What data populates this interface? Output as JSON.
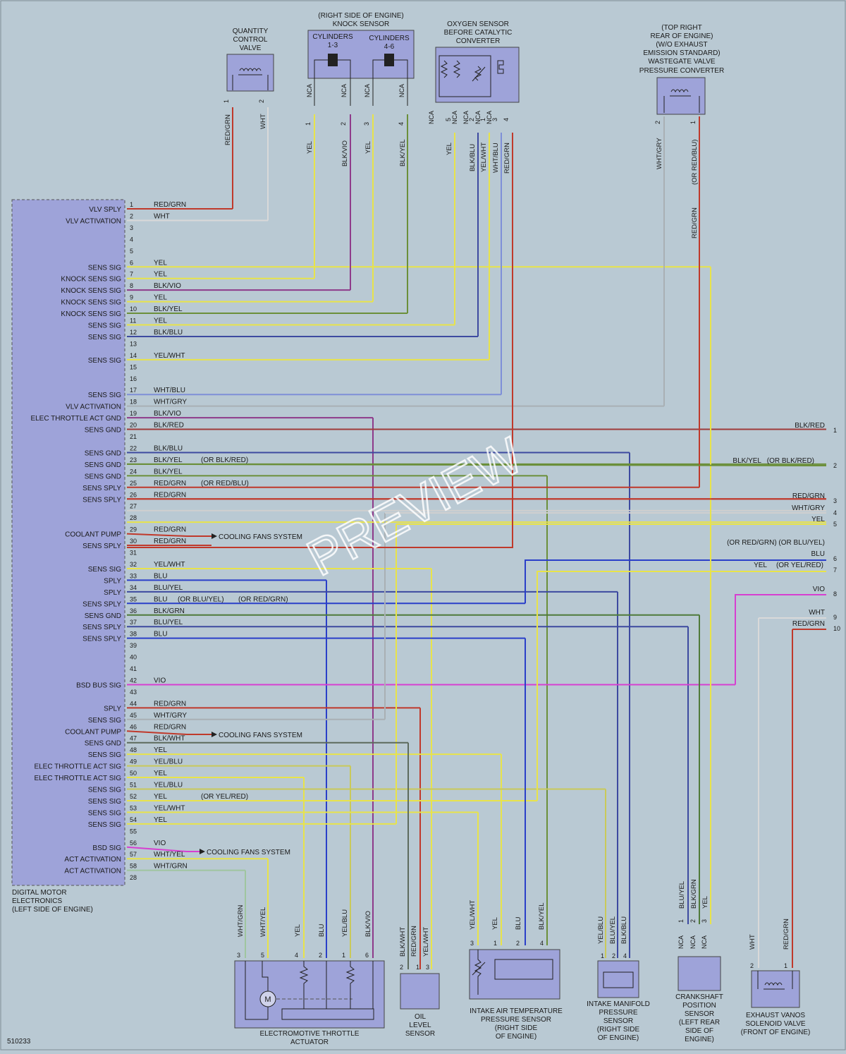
{
  "diagram_id": "510233",
  "watermark": "PREVIEW",
  "ecu": {
    "label_lines": [
      "DIGITAL MOTOR",
      "ELECTRONICS",
      "(LEFT SIDE OF ENGINE)"
    ],
    "pins": [
      {
        "n": "1",
        "sig": "VLV SPLY",
        "wire": "RED/GRN",
        "alt": "",
        "color": "#c0392b",
        "to": 330
      },
      {
        "n": "2",
        "sig": "VLV ACTIVATION",
        "wire": "WHT",
        "alt": "",
        "color": "#d9d9d9",
        "to": 380
      },
      {
        "n": "3",
        "sig": "",
        "wire": "",
        "alt": "",
        "color": "",
        "to": 0
      },
      {
        "n": "4",
        "sig": "",
        "wire": "",
        "alt": "",
        "color": "",
        "to": 0
      },
      {
        "n": "5",
        "sig": "",
        "wire": "",
        "alt": "",
        "color": "",
        "to": 0
      },
      {
        "n": "6",
        "sig": "SENS SIG",
        "wire": "YEL",
        "alt": "",
        "color": "#e8e34a",
        "to": 1008
      },
      {
        "n": "7",
        "sig": "KNOCK SENS SIG",
        "wire": "YEL",
        "alt": "",
        "color": "#e8e34a",
        "to": 446
      },
      {
        "n": "8",
        "sig": "KNOCK SENS SIG",
        "wire": "BLK/VIO",
        "alt": "",
        "color": "#8e3a8a",
        "to": 497
      },
      {
        "n": "9",
        "sig": "KNOCK SENS SIG",
        "wire": "YEL",
        "alt": "",
        "color": "#e8e34a",
        "to": 529
      },
      {
        "n": "10",
        "sig": "KNOCK SENS SIG",
        "wire": "BLK/YEL",
        "alt": "",
        "color": "#6b8f3a",
        "to": 578
      },
      {
        "n": "11",
        "sig": "SENS SIG",
        "wire": "YEL",
        "alt": "",
        "color": "#e8e34a",
        "to": 645
      },
      {
        "n": "12",
        "sig": "SENS SIG",
        "wire": "BLK/BLU",
        "alt": "",
        "color": "#3d4aa0",
        "to": 678
      },
      {
        "n": "13",
        "sig": "",
        "wire": "",
        "alt": "",
        "color": "",
        "to": 0
      },
      {
        "n": "14",
        "sig": "SENS SIG",
        "wire": "YEL/WHT",
        "alt": "",
        "color": "#e8e34a",
        "to": 694
      },
      {
        "n": "15",
        "sig": "",
        "wire": "",
        "alt": "",
        "color": "",
        "to": 0
      },
      {
        "n": "16",
        "sig": "",
        "wire": "",
        "alt": "",
        "color": "",
        "to": 0
      },
      {
        "n": "17",
        "sig": "SENS SIG",
        "wire": "WHT/BLU",
        "alt": "",
        "color": "#7e8fd8",
        "to": 711
      },
      {
        "n": "18",
        "sig": "VLV ACTIVATION",
        "wire": "WHT/GRY",
        "alt": "",
        "color": "#a9b0b4",
        "to": 942
      },
      {
        "n": "19",
        "sig": "ELEC THROTTLE ACT GND",
        "wire": "BLK/VIO",
        "alt": "",
        "color": "#8e3a8a",
        "to": 529
      },
      {
        "n": "20",
        "sig": "SENS GND",
        "wire": "BLK/RED",
        "alt": "",
        "color": "#a03a3a",
        "to": 1172
      },
      {
        "n": "21",
        "sig": "",
        "wire": "",
        "alt": "",
        "color": "",
        "to": 0
      },
      {
        "n": "22",
        "sig": "SENS GND",
        "wire": "BLK/BLU",
        "alt": "",
        "color": "#3d4aa0",
        "to": 893
      },
      {
        "n": "23",
        "sig": "SENS GND",
        "wire": "BLK/YEL",
        "alt": "(OR BLK/RED)",
        "color": "#6b8f3a",
        "to": 1172
      },
      {
        "n": "24",
        "sig": "SENS GND",
        "wire": "BLK/YEL",
        "alt": "",
        "color": "#6b8f3a",
        "to": 776
      },
      {
        "n": "25",
        "sig": "SENS SPLY",
        "wire": "RED/GRN",
        "alt": "(OR RED/BLU)",
        "color": "#c0392b",
        "to": 992
      },
      {
        "n": "26",
        "sig": "SENS SPLY",
        "wire": "RED/GRN",
        "alt": "",
        "color": "#c0392b",
        "to": 1172
      },
      {
        "n": "27",
        "sig": "",
        "wire": "",
        "alt": "",
        "color": "#cfcfcf",
        "to": 1172
      },
      {
        "n": "28",
        "sig": "",
        "wire": "",
        "alt": "",
        "color": "#e8e34a",
        "to": 1172
      },
      {
        "n": "29",
        "sig": "COOLANT PUMP",
        "wire": "RED/GRN",
        "alt": "",
        "color": "",
        "to": 0
      },
      {
        "n": "30",
        "sig": "SENS SPLY",
        "wire": "RED/GRN",
        "alt": "",
        "color": "#c0392b",
        "to": 300
      },
      {
        "n": "31",
        "sig": "",
        "wire": "",
        "alt": "",
        "color": "",
        "to": 0
      },
      {
        "n": "32",
        "sig": "SENS SIG",
        "wire": "YEL/WHT",
        "alt": "",
        "color": "#e8e34a",
        "to": 612
      },
      {
        "n": "33",
        "sig": "SPLY",
        "wire": "BLU",
        "alt": "",
        "color": "#2a3fc9",
        "to": 463
      },
      {
        "n": "34",
        "sig": "SPLY",
        "wire": "BLU/YEL",
        "alt": "",
        "color": "#3d4aa0",
        "to": 876
      },
      {
        "n": "35",
        "sig": "SENS SPLY",
        "wire": "BLU",
        "alt": "(OR BLU/YEL)",
        "color": "#2a3fc9",
        "to": 745
      },
      {
        "n": "36",
        "sig": "SENS GND",
        "wire": "BLK/GRN",
        "alt": "",
        "color": "#4f7a3a",
        "to": 992
      },
      {
        "n": "37",
        "sig": "SENS SPLY",
        "wire": "BLU/YEL",
        "alt": "",
        "color": "#3d4aa0",
        "to": 976
      },
      {
        "n": "38",
        "sig": "SENS SPLY",
        "wire": "BLU",
        "alt": "",
        "color": "#2a3fc9",
        "to": 745
      },
      {
        "n": "39",
        "sig": "",
        "wire": "",
        "alt": "",
        "color": "",
        "to": 0
      },
      {
        "n": "40",
        "sig": "",
        "wire": "",
        "alt": "",
        "color": "",
        "to": 0
      },
      {
        "n": "41",
        "sig": "",
        "wire": "",
        "alt": "",
        "color": "",
        "to": 0
      },
      {
        "n": "42",
        "sig": "BSD BUS SIG",
        "wire": "VIO",
        "alt": "",
        "color": "#d63fd0",
        "to": 1043
      },
      {
        "n": "43",
        "sig": "",
        "wire": "",
        "alt": "",
        "color": "",
        "to": 0
      },
      {
        "n": "44",
        "sig": "SPLY",
        "wire": "RED/GRN",
        "alt": "",
        "color": "#c0392b",
        "to": 596
      },
      {
        "n": "45",
        "sig": "SENS SIG",
        "wire": "WHT/GRY",
        "alt": "",
        "color": "#a9b0b4",
        "to": 546
      },
      {
        "n": "46",
        "sig": "COOLANT PUMP",
        "wire": "RED/GRN",
        "alt": "",
        "color": "",
        "to": 0
      },
      {
        "n": "47",
        "sig": "SENS GND",
        "wire": "BLK/WHT",
        "alt": "",
        "color": "",
        "to": 300
      },
      {
        "n": "48",
        "sig": "SENS SIG",
        "wire": "YEL",
        "alt": "",
        "color": "#e8e34a",
        "to": 711
      },
      {
        "n": "49",
        "sig": "ELEC THROTTLE ACT SIG",
        "wire": "YEL/BLU",
        "alt": "",
        "color": "#c9c95a",
        "to": 497
      },
      {
        "n": "50",
        "sig": "ELEC THROTTLE ACT SIG",
        "wire": "YEL",
        "alt": "",
        "color": "#e8e34a",
        "to": 431
      },
      {
        "n": "51",
        "sig": "SENS SIG",
        "wire": "YEL/BLU",
        "alt": "",
        "color": "#c9c95a",
        "to": 859
      },
      {
        "n": "52",
        "sig": "SENS SIG",
        "wire": "YEL",
        "alt": "(OR YEL/RED)",
        "color": "#e8e34a",
        "to": 762
      },
      {
        "n": "53",
        "sig": "SENS SIG",
        "wire": "YEL/WHT",
        "alt": "",
        "color": "#e8e34a",
        "to": 678
      },
      {
        "n": "54",
        "sig": "SENS SIG",
        "wire": "YEL",
        "alt": "",
        "color": "#e8e34a",
        "to": 562
      },
      {
        "n": "55",
        "sig": "",
        "wire": "",
        "alt": "",
        "color": "",
        "to": 0
      },
      {
        "n": "56",
        "sig": "BSD SIG",
        "wire": "VIO",
        "alt": "",
        "color": "",
        "to": 0
      },
      {
        "n": "57",
        "sig": "ACT ACTIVATION",
        "wire": "WHT/YEL",
        "alt": "",
        "color": "#e8e34a",
        "to": 380
      },
      {
        "n": "58",
        "sig": "ACT ACTIVATION",
        "wire": "WHT/GRN",
        "alt": "",
        "color": "#9fc59f",
        "to": 348
      },
      {
        "n": "28",
        "sig": "",
        "wire": "",
        "alt": "",
        "color": "",
        "to": 0
      }
    ],
    "alt_35b": "(OR RED/GRN)"
  },
  "cooling_fans": "COOLING FANS SYSTEM",
  "components": {
    "qcv": {
      "lines": [
        "QUANTITY",
        "CONTROL",
        "VALVE"
      ],
      "wires": [
        {
          "n": "1",
          "w": "RED/GRN"
        },
        {
          "n": "2",
          "w": "WHT"
        }
      ]
    },
    "knock": {
      "lines": [
        "(RIGHT SIDE OF ENGINE)",
        "KNOCK SENSOR"
      ],
      "cyl13": [
        "CYLINDERS",
        "1-3"
      ],
      "cyl46": [
        "CYLINDERS",
        "4-6"
      ],
      "nca": "NCA",
      "wires": [
        {
          "n": "1",
          "w": "YEL"
        },
        {
          "n": "2",
          "w": "BLK/VIO"
        },
        {
          "n": "3",
          "w": "YEL"
        },
        {
          "n": "4",
          "w": "BLK/YEL"
        }
      ]
    },
    "o2": {
      "lines": [
        "OXYGEN SENSOR",
        "BEFORE CATALYTIC",
        "CONVERTER"
      ],
      "wires": [
        {
          "n": "5",
          "w": "YEL"
        },
        {
          "n": "2",
          "w": "BLK/BLU"
        },
        {
          "n": "1",
          "w": "YEL/WHT"
        },
        {
          "n": "3",
          "w": "WHT/BLU"
        },
        {
          "n": "4",
          "w": "RED/GRN"
        }
      ]
    },
    "wastegate": {
      "lines": [
        "(TOP RIGHT",
        "REAR OF ENGINE)",
        "(W/O EXHAUST",
        "EMISSION STANDARD)",
        "WASTEGATE VALVE",
        "PRESSURE CONVERTER"
      ],
      "wires": [
        {
          "n": "2",
          "w": "WHT/GRY"
        },
        {
          "n": "1",
          "w": "(OR RED/BLU)"
        }
      ],
      "lower": "RED/GRN"
    },
    "throttle": {
      "lines": [
        "ELECTROMOTIVE THROTTLE",
        "ACTUATOR"
      ],
      "motor": "M",
      "wires": [
        {
          "n": "3",
          "w": "WHT/GRN"
        },
        {
          "n": "5",
          "w": "WHT/YEL"
        },
        {
          "n": "4",
          "w": "YEL"
        },
        {
          "n": "2",
          "w": "BLU"
        },
        {
          "n": "1",
          "w": "YEL/BLU"
        },
        {
          "n": "6",
          "w": "BLK/VIO"
        }
      ]
    },
    "oil": {
      "lines": [
        "OIL",
        "LEVEL",
        "SENSOR"
      ],
      "wires": [
        {
          "n": "2",
          "w": "BLK/WHT"
        },
        {
          "n": "1",
          "w": "RED/GRN"
        },
        {
          "n": "3",
          "w": "YEL/WHT"
        }
      ]
    },
    "iat": {
      "lines": [
        "INTAKE AIR TEMPERATURE",
        "PRESSURE SENSOR",
        "(RIGHT SIDE",
        "OF ENGINE)"
      ],
      "wires": [
        {
          "n": "3",
          "w": "YEL/WHT"
        },
        {
          "n": "1",
          "w": "YEL"
        },
        {
          "n": "2",
          "w": "BLU"
        },
        {
          "n": "4",
          "w": "BLK/YEL"
        }
      ]
    },
    "imp": {
      "lines": [
        "INTAKE MANIFOLD",
        "PRESSURE",
        "SENSOR",
        "(RIGHT SIDE",
        "OF ENGINE)"
      ],
      "wires": [
        {
          "n": "1",
          "w": "YEL/BLU"
        },
        {
          "n": "2",
          "w": "BLU/YEL"
        },
        {
          "n": "4",
          "w": "BLK/BLU"
        }
      ]
    },
    "crank": {
      "lines": [
        "CRANKSHAFT",
        "POSITION",
        "SENSOR",
        "(LEFT REAR",
        "SIDE OF",
        "ENGINE)"
      ],
      "wires": [
        {
          "n": "1",
          "w": "BLU/YEL"
        },
        {
          "n": "2",
          "w": "BLK/GRN"
        },
        {
          "n": "3",
          "w": "YEL"
        }
      ]
    },
    "vanos": {
      "lines": [
        "EXHAUST VANOS",
        "SOLENOID VALVE",
        "(FRONT OF ENGINE)"
      ],
      "wires": [
        {
          "n": "2",
          "w": "WHT"
        },
        {
          "n": "1",
          "w": "RED/GRN"
        }
      ]
    }
  },
  "right_conn": [
    {
      "n": "1",
      "w": "BLK/RED",
      "alt": ""
    },
    {
      "n": "2",
      "w": "BLK/YEL",
      "alt": "(OR BLK/RED)"
    },
    {
      "n": "3",
      "w": "RED/GRN",
      "alt": ""
    },
    {
      "n": "4",
      "w": "WHT/GRY",
      "alt": ""
    },
    {
      "n": "5",
      "w": "YEL",
      "alt": ""
    },
    {
      "n": "6",
      "w": "BLU",
      "alt": "(OR RED/GRN) (OR BLU/YEL)"
    },
    {
      "n": "7",
      "w": "YEL",
      "alt": "(OR YEL/RED)"
    },
    {
      "n": "8",
      "w": "VIO",
      "alt": ""
    },
    {
      "n": "9",
      "w": "WHT",
      "alt": ""
    },
    {
      "n": "10",
      "w": "RED/GRN",
      "alt": ""
    }
  ]
}
